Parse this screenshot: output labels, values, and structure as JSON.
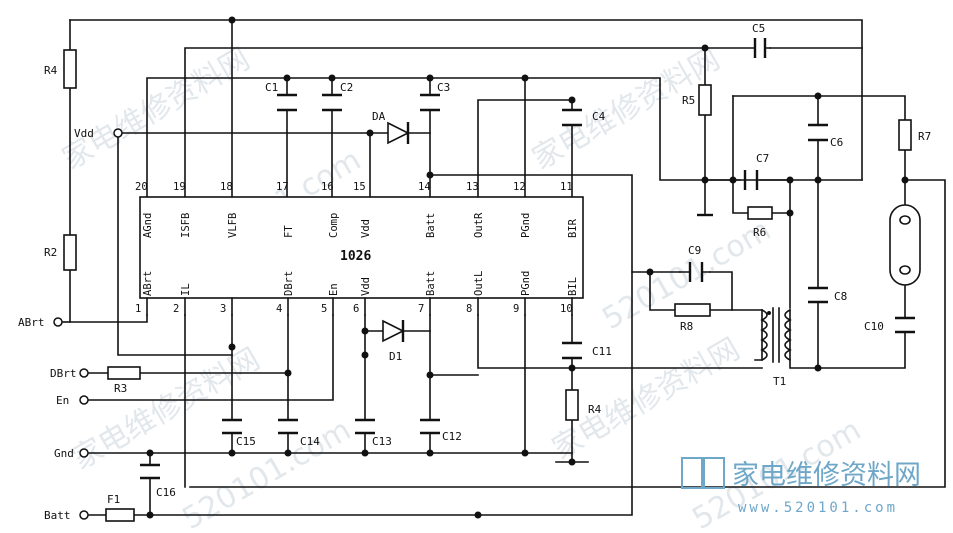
{
  "chip": {
    "name": "1026",
    "top_pins": [
      {
        "num": "20",
        "name": "AGnd"
      },
      {
        "num": "19",
        "name": "ISFB"
      },
      {
        "num": "18",
        "name": "VLFB"
      },
      {
        "num": "17",
        "name": "FT"
      },
      {
        "num": "16",
        "name": "Comp"
      },
      {
        "num": "15",
        "name": "Vdd"
      },
      {
        "num": "14",
        "name": "Batt"
      },
      {
        "num": "13",
        "name": "OutR"
      },
      {
        "num": "12",
        "name": "PGnd"
      },
      {
        "num": "11",
        "name": "BIR"
      }
    ],
    "bottom_pins": [
      {
        "num": "1",
        "name": "ABrt"
      },
      {
        "num": "2",
        "name": "IL"
      },
      {
        "num": "3",
        "name": ""
      },
      {
        "num": "4",
        "name": "DBrt"
      },
      {
        "num": "5",
        "name": "En"
      },
      {
        "num": "6",
        "name": "Vdd"
      },
      {
        "num": "7",
        "name": "Batt"
      },
      {
        "num": "8",
        "name": "OutL"
      },
      {
        "num": "9",
        "name": "PGnd"
      },
      {
        "num": "10",
        "name": "BIL"
      }
    ]
  },
  "terminals": {
    "vdd": "Vdd",
    "abrt": "ABrt",
    "dbrt": "DBrt",
    "en": "En",
    "gnd": "Gnd",
    "batt": "Batt"
  },
  "components": {
    "r4_top": "R4",
    "r2": "R2",
    "r3": "R3",
    "f1": "F1",
    "c16": "C16",
    "c1": "C1",
    "c2": "C2",
    "da": "DA",
    "c3": "C3",
    "c4": "C4",
    "c5": "C5",
    "r5": "R5",
    "c6": "C6",
    "c7": "C7",
    "r6": "R6",
    "r7": "R7",
    "c9": "C9",
    "r8": "R8",
    "c8": "C8",
    "c10": "C10",
    "t1": "T1",
    "d1": "D1",
    "c11": "C11",
    "r4_bottom": "R4",
    "c15": "C15",
    "c14": "C14",
    "c13": "C13",
    "c12": "C12"
  },
  "watermark": {
    "text": "家电维修资料网",
    "url": "520101.com",
    "logo_text": "家电维修资料网",
    "logo_url": "www.520101.com",
    "logo_color": "#6fa7c8"
  }
}
